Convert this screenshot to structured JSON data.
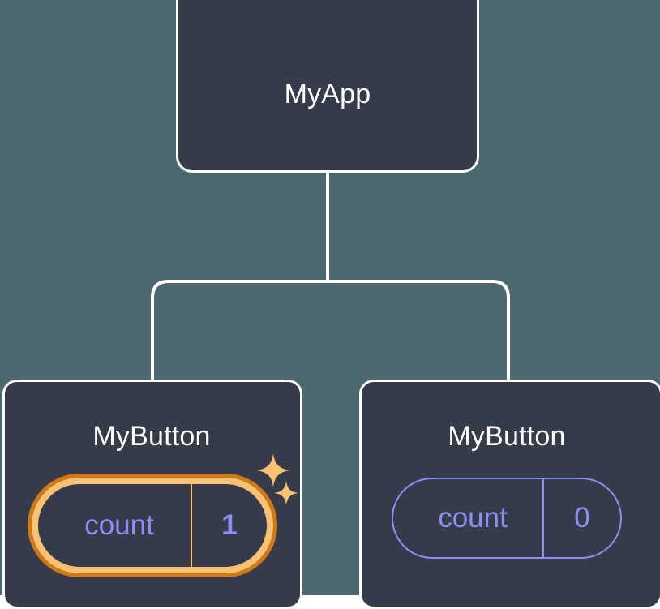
{
  "diagram": {
    "type": "component-tree",
    "background_color": "#4d6870",
    "title_color": "#ffffff",
    "node_fill": "#353b48",
    "node_border": "#ffffff",
    "connector_color": "#ffffff",
    "state_accent": "#8b8ff5",
    "highlight_inner": "#f8c173",
    "highlight_outer": "#cf7a16"
  },
  "root": {
    "label": "MyApp"
  },
  "children": [
    {
      "label": "MyButton",
      "state": {
        "key": "count",
        "value": "1"
      },
      "highlighted": true,
      "sparkles": 2
    },
    {
      "label": "MyButton",
      "state": {
        "key": "count",
        "value": "0"
      },
      "highlighted": false,
      "sparkles": 0
    }
  ],
  "icons": {
    "sparkle_large": "sparkle-icon",
    "sparkle_small": "sparkle-icon"
  }
}
